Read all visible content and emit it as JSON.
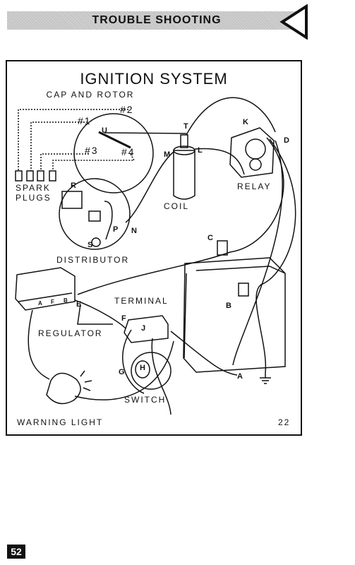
{
  "header": {
    "title": "TROUBLE SHOOTING",
    "back_icon": "triangle-left-icon"
  },
  "figure": {
    "title": "IGNITION SYSTEM",
    "subtitle": "CAP AND ROTOR",
    "labels": {
      "spark_plugs_1": "SPARK",
      "spark_plugs_2": "PLUGS",
      "distributor": "DISTRIBUTOR",
      "coil": "COIL",
      "relay": "RELAY",
      "terminal": "TERMINAL",
      "regulator": "REGULATOR",
      "switch": "SWITCH",
      "warning_light": "WARNING LIGHT",
      "figure_number": "22"
    },
    "cap_labels": {
      "c1": "#1",
      "c2": "#2",
      "c3": "#3",
      "c4": "#4",
      "u": "U"
    },
    "letters": {
      "T": "T",
      "M": "M",
      "L": "L",
      "K": "K",
      "D": "D",
      "R": "R",
      "P": "P",
      "N": "N",
      "S": "S",
      "C": "C",
      "B": "B",
      "E": "E",
      "A_reg": "A",
      "F_reg": "F",
      "B_reg": "B",
      "F": "F",
      "J": "J",
      "G": "G",
      "H": "H",
      "A": "A"
    }
  },
  "page_number": "52"
}
